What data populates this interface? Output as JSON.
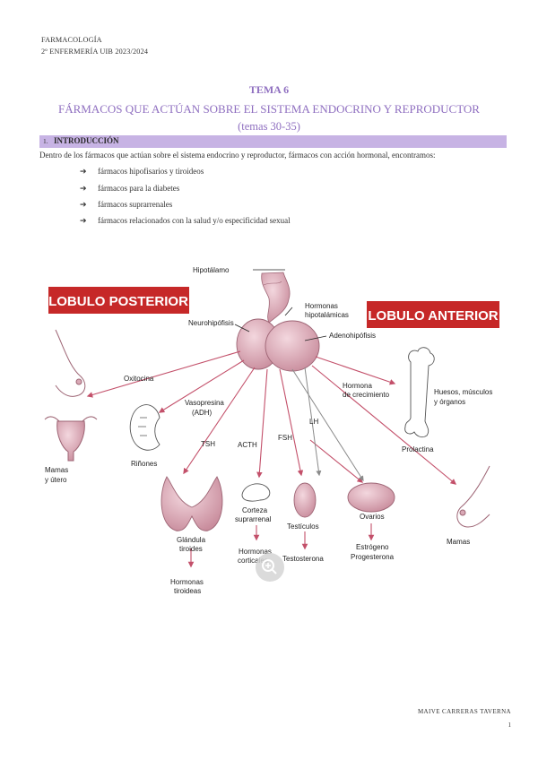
{
  "header": {
    "subject": "FARMACOLOGÍA",
    "course": "2º ENFERMERÍA UIB 2023/2024"
  },
  "title": {
    "topic": "TEMA 6",
    "name": "FÁRMACOS QUE ACTÚAN SOBRE EL SISTEMA ENDOCRINO Y REPRODUCTOR",
    "subtopics": "(temas 30-35)"
  },
  "section": {
    "number": "1.",
    "title": "INTRODUCCIÓN"
  },
  "intro": "Dentro de los fármacos que actúan sobre el sistema endocrino y reproductor, fármacos con acción hormonal, encontramos:",
  "bullets": [
    "fármacos hipofisarios y tiroideos",
    "fármacos para la diabetes",
    "fármacos suprarrenales",
    "fármacos relacionados con la salud y/o especificidad sexual"
  ],
  "figure": {
    "banner_posterior": "LOBULO POSTERIOR",
    "banner_anterior": "LOBULO ANTERIOR",
    "hipotalamo": "Hipotálamo",
    "hormonas_hipot_1": "Hormonas",
    "hormonas_hipot_2": "hipotalámicas",
    "neurohipofisis": "Neurohipófisis",
    "adenohipofisis": "Adenohipófisis",
    "oxitocina": "Oxitocina",
    "vasopresina_1": "Vasopresina",
    "vasopresina_2": "(ADH)",
    "tsh": "TSH",
    "acth": "ACTH",
    "fsh": "FSH",
    "lh": "LH",
    "gh_1": "Hormona",
    "gh_2": "de crecimiento",
    "prolactina": "Prolactina",
    "huesos_1": "Huesos, músculos",
    "huesos_2": "y órganos",
    "mamas_utero_1": "Mamas",
    "mamas_utero_2": "y útero",
    "rinones": "Riñones",
    "tiroides_1": "Glándula",
    "tiroides_2": "tiroides",
    "h_tiroideas_1": "Hormonas",
    "h_tiroideas_2": "tiroideas",
    "corteza_1": "Corteza",
    "corteza_2": "suprarrenal",
    "h_corticales_1": "Hormonas",
    "h_corticales_2": "corticales",
    "testiculos": "Testículos",
    "testosterona": "Testosterona",
    "ovarios": "Ovarios",
    "estrogeno": "Estrógeno",
    "progesterona": "Progesterona",
    "mamas": "Mamas"
  },
  "footer": {
    "author": "MAIVE CARRERAS TAVERNA",
    "page": "1"
  },
  "colors": {
    "accent": "#8f6fc0",
    "section_bar": "#c7b3e4",
    "banner": "#c62828",
    "arrow": "#c3506a",
    "gland": "#d9a9b6"
  }
}
